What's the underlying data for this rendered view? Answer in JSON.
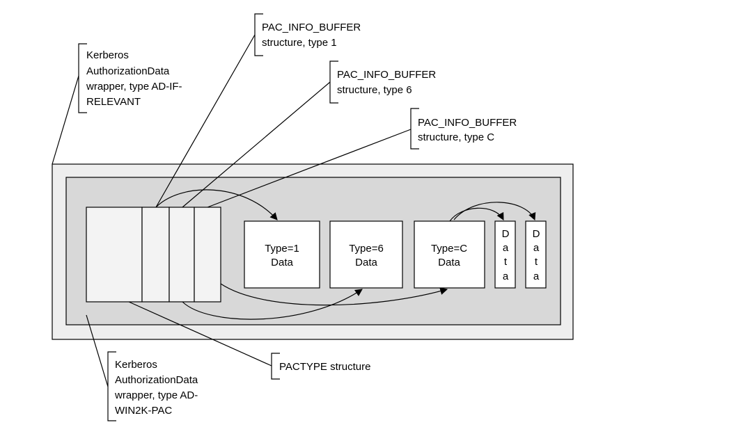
{
  "callouts": {
    "ad_if_relevant": [
      "Kerberos",
      "AuthorizationData",
      "wrapper, type AD-IF-",
      "RELEVANT"
    ],
    "pac_info_type1": [
      "PAC_INFO_BUFFER",
      "structure, type 1"
    ],
    "pac_info_type6": [
      "PAC_INFO_BUFFER",
      "structure, type 6"
    ],
    "pac_info_typeC": [
      "PAC_INFO_BUFFER",
      "structure, type C"
    ],
    "pactype": [
      "PACTYPE structure"
    ],
    "ad_win2k_pac": [
      "Kerberos",
      "AuthorizationData",
      "wrapper, type AD-",
      "WIN2K-PAC"
    ]
  },
  "data_boxes": {
    "type1": [
      "Type=1",
      "Data"
    ],
    "type6": [
      "Type=6",
      "Data"
    ],
    "typeC": [
      "Type=C",
      "Data"
    ],
    "data_a": [
      "D",
      "a",
      "t",
      "a"
    ],
    "data_b": [
      "D",
      "a",
      "t",
      "a"
    ]
  },
  "colors": {
    "outer_fill": "#eeeeee",
    "inner_fill": "#d8d8d8",
    "box_fill": "#f3f3f3",
    "white": "#ffffff",
    "stroke": "#000000"
  }
}
